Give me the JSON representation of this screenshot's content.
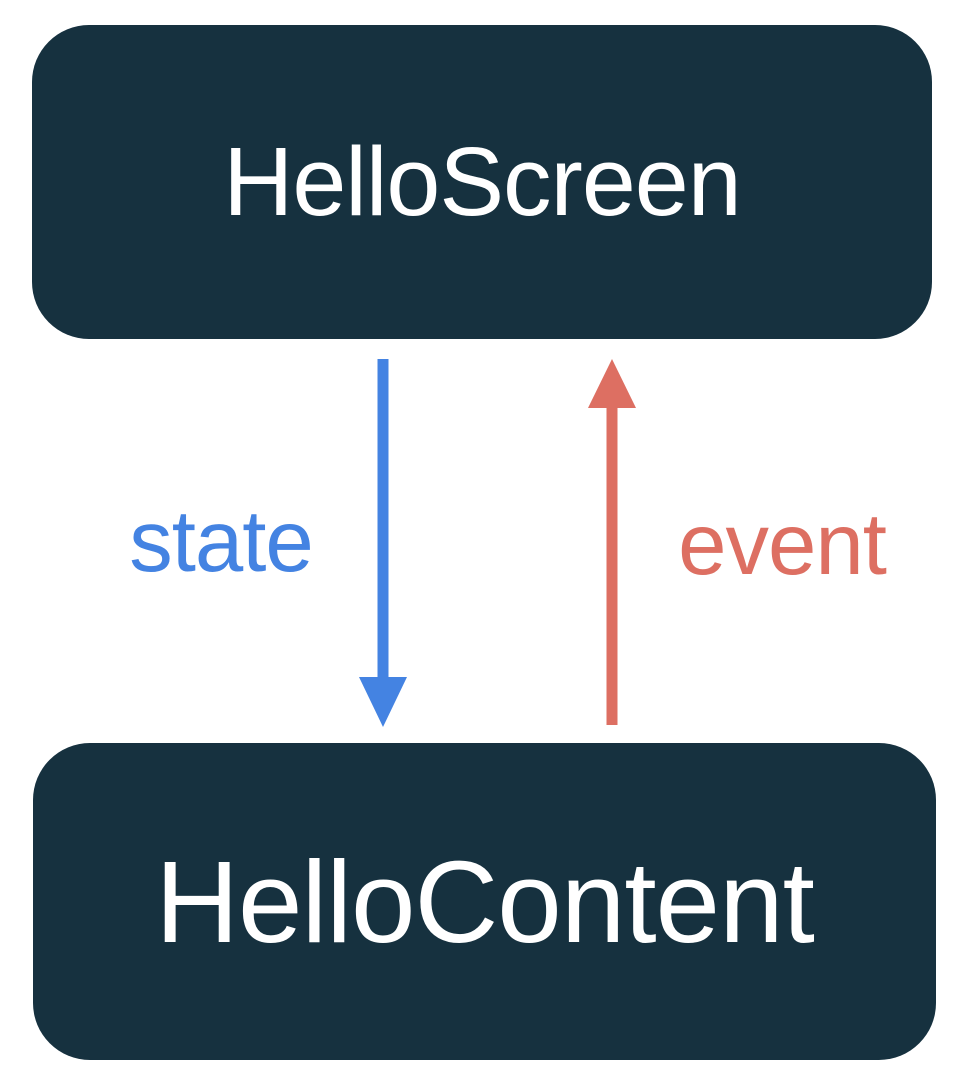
{
  "page": {
    "background": "#FFFFFF"
  },
  "diagram": {
    "top_box": {
      "label": "HelloScreen"
    },
    "bottom_box": {
      "label": "HelloContent"
    },
    "state_arrow": {
      "label": "state",
      "direction": "down"
    },
    "event_arrow": {
      "label": "event",
      "direction": "up"
    }
  },
  "colors": {
    "box_fill": "#16313F",
    "box_text": "#FFFFFF",
    "state_blue": "#4483E2",
    "event_red": "#DD6F62"
  }
}
